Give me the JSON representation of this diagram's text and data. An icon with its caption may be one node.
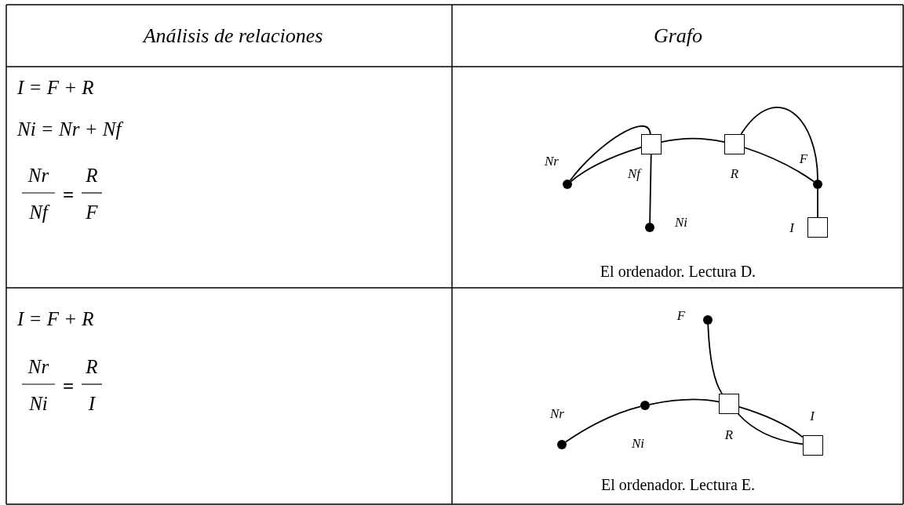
{
  "diagram": {
    "nodes": [
      {
        "text": [],
        "shape": "circle",
        "beside": [
          "Nr"
        ]
      },
      {
        "text": [],
        "shape": "box",
        "beside": [
          "Nf"
        ]
      },
      {
        "text": [],
        "shape": "box",
        "beside": [
          "R"
        ]
      },
      {
        "text": [],
        "shape": "circle",
        "beside": [
          "F"
        ]
      },
      {
        "text": [],
        "shape": "circle",
        "beside": [
          "Ni"
        ]
      },
      {
        "text": [],
        "shape": "box",
        "beside": [
          "I"
        ]
      },
      {
        "text": [],
        "shape": "circle",
        "beside": [
          "F"
        ]
      },
      {
        "text": [],
        "shape": "circle",
        "beside": [
          "Nr"
        ]
      },
      {
        "text": [],
        "shape": "circle",
        "beside": [
          "Ni"
        ]
      },
      {
        "text": [],
        "shape": "box",
        "beside": [
          "R"
        ]
      },
      {
        "text": [],
        "shape": "box",
        "beside": [
          "I"
        ]
      }
    ],
    "edges": [
      {
        "from": 0,
        "to": 1,
        "arrow": "none"
      },
      {
        "from": 0,
        "to": 1,
        "arrow": "none"
      },
      {
        "from": 1,
        "to": 2,
        "arrow": "none"
      },
      {
        "from": 2,
        "to": 3,
        "arrow": "none"
      },
      {
        "from": 2,
        "to": 3,
        "arrow": "none"
      },
      {
        "from": 1,
        "to": 4,
        "arrow": "none"
      },
      {
        "from": 3,
        "to": 5,
        "arrow": "none"
      },
      {
        "from": 7,
        "to": 8,
        "arrow": "none"
      },
      {
        "from": 8,
        "to": 9,
        "arrow": "none"
      },
      {
        "from": 6,
        "to": 9,
        "arrow": "none"
      },
      {
        "from": 9,
        "to": 10,
        "arrow": "none"
      },
      {
        "from": 9,
        "to": 10,
        "arrow": "none"
      }
    ],
    "labels": [
      "Análisis de relaciones",
      "Grafo",
      "I = F + R",
      "Ni = Nr + Nf",
      "Nr",
      "Nf",
      "=",
      "R",
      "F",
      "El ordenador. Lectura D.",
      "I = F + R",
      "Nr",
      "Ni",
      "=",
      "R",
      "I",
      "El ordenador. Lectura E."
    ]
  }
}
